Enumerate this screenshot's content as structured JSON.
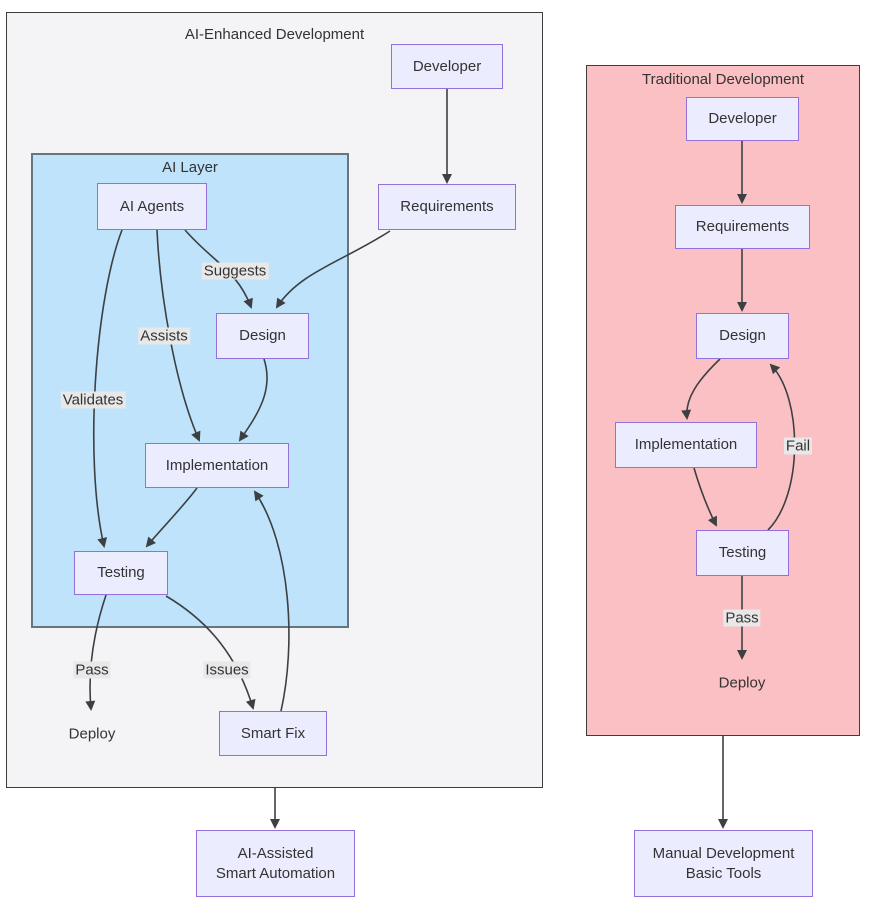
{
  "colors": {
    "page_bg": "#ffffff",
    "node_fill": "#ECECFF",
    "node_border": "#9370DB",
    "outer_fill": "#f4f4f7",
    "outer_border": "#3d3d3d",
    "ai_layer_fill": "#bee3fa",
    "ai_layer_border": "#66767f",
    "trad_fill": "#fbc0c3",
    "trad_border": "#3d3d3d",
    "edge_color": "#3c4043",
    "edge_label_bg": "#e8e8e8",
    "text_color": "#333333"
  },
  "ai_flow": {
    "title": "AI-Enhanced Development",
    "ai_layer_title": "AI Layer",
    "developer": "Developer",
    "requirements": "Requirements",
    "ai_agents": "AI Agents",
    "design": "Design",
    "implementation": "Implementation",
    "testing": "Testing",
    "smart_fix": "Smart Fix",
    "deploy": "Deploy",
    "labels": {
      "suggests": "Suggests",
      "assists": "Assists",
      "validates": "Validates",
      "pass": "Pass",
      "issues": "Issues"
    },
    "result_line1": "AI-Assisted",
    "result_line2": "Smart Automation"
  },
  "trad_flow": {
    "title": "Traditional Development",
    "developer": "Developer",
    "requirements": "Requirements",
    "design": "Design",
    "implementation": "Implementation",
    "testing": "Testing",
    "deploy": "Deploy",
    "labels": {
      "fail": "Fail",
      "pass": "Pass"
    },
    "result_line1": "Manual Development",
    "result_line2": "Basic Tools"
  }
}
